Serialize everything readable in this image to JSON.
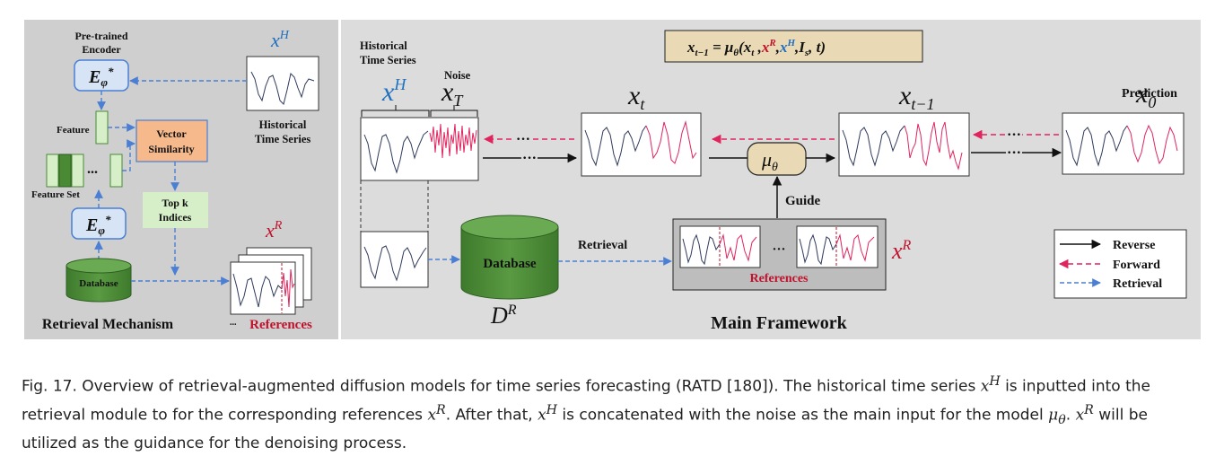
{
  "retrieval_panel": {
    "encoder_label_line1": "Pre-trained",
    "encoder_label_line2": "Encoder",
    "encoder_symbol": "E",
    "encoder_sub": "φ",
    "encoder_star": "*",
    "feature_label": "Feature",
    "feature_set_label": "Feature Set",
    "ellipsis": "...",
    "vector_similarity_line1": "Vector",
    "vector_similarity_line2": "Similarity",
    "topk_line1": "Top k",
    "topk_line2": "Indices",
    "database_label": "Database",
    "xh_symbol": "x",
    "xh_sup": "H",
    "historical_line1": "Historical",
    "historical_line2": "Time Series",
    "xr_symbol": "x",
    "xr_sup": "R",
    "references_label": "References",
    "title": "Retrieval Mechanism"
  },
  "main_panel": {
    "equation_lhs": "x",
    "equation_lhs_sub": "t−1",
    "equation_eq": " = μ",
    "equation_mu_sub": "θ",
    "equation_open": "(",
    "equation_xt": "x",
    "equation_xt_sub": "t",
    "equation_comma1": " ,",
    "equation_xr": "x",
    "equation_xr_sup": "R",
    "equation_comma2": ",",
    "equation_xh": "x",
    "equation_xh_sup": "H",
    "equation_comma3": ",",
    "equation_is": "I",
    "equation_is_sub": "s",
    "equation_t": ", t)",
    "historical_line1": "Historical",
    "historical_line2": "Time Series",
    "noise_label": "Noise",
    "xh_symbol": "x",
    "xh_sup": "H",
    "xT_symbol": "x",
    "xT_sub": "T",
    "xt_symbol": "x",
    "xt_sub": "t",
    "xt1_symbol": "x",
    "xt1_sub": "t−1",
    "prediction_label": "Prediction",
    "x0_symbol": "x",
    "x0_sub": "0",
    "ellipsis": "···",
    "mu_symbol": "μ",
    "mu_sub": "θ",
    "guide_label": "Guide",
    "retrieval_label": "Retrieval",
    "database_label": "Database",
    "dr_symbol": "D",
    "dr_sup": "R",
    "references_label": "References",
    "xr_symbol": "x",
    "xr_sup": "R",
    "title": "Main Framework"
  },
  "legend": {
    "reverse": "Reverse",
    "forward": "Forward",
    "retrieval": "Retrieval"
  },
  "colors": {
    "panel_bg": "#cfcfcf",
    "main_bg": "#dcdcdc",
    "history_line": "#2f3a5c",
    "prediction_line": "#e0245e",
    "blue_label": "#1f6fbf",
    "red_label": "#c0122c",
    "db_green": "#4a8a35",
    "encoder_fill": "#d7e4f5",
    "similarity_fill": "#f6b98c",
    "topk_fill": "#d6efc9",
    "equation_fill": "#ead9b5",
    "retrieval_arrow": "#4a7fd4"
  },
  "caption": {
    "text1": "Fig. 17.  Overview of retrieval-augmented diffusion models for time series forecasting (RATD [180]). The historical time series ",
    "x1": "x",
    "x1_sup": "H",
    "text2": " is inputted into the retrieval module to for the corresponding references ",
    "x2": "x",
    "x2_sup": "R",
    "text3": ". After that, ",
    "x3": "x",
    "x3_sup": "H",
    "text4": " is concatenated with the noise as the main input for the model ",
    "mu": "μ",
    "mu_sub": "θ",
    "text5": ". ",
    "x4": "x",
    "x4_sup": "R",
    "text6": " will be utilized as the guidance for the denoising process."
  }
}
